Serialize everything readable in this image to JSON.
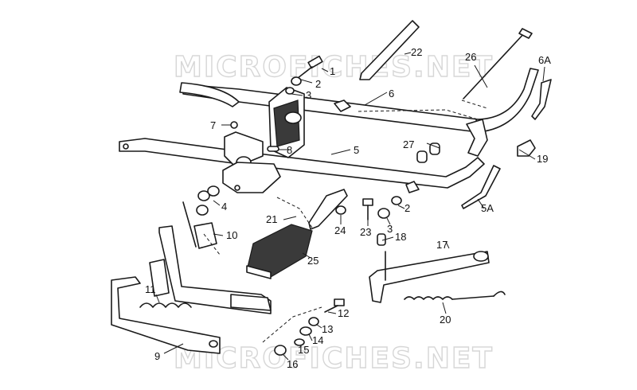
{
  "watermark": {
    "text": "MICROFICHES.NET"
  },
  "callouts": {
    "c1": "1",
    "c2a": "2",
    "c2b": "2",
    "c3a": "3",
    "c3b": "3",
    "c4": "4",
    "c5": "5",
    "c5a": "5A",
    "c6": "6",
    "c6a": "6A",
    "c7": "7",
    "c8": "8",
    "c9": "9",
    "c10": "10",
    "c11": "11",
    "c12": "12",
    "c13": "13",
    "c14": "14",
    "c15": "15",
    "c16": "16",
    "c17": "17",
    "c18": "18",
    "c19": "19",
    "c20": "20",
    "c21": "21",
    "c22": "22",
    "c23": "23",
    "c24": "24",
    "c25": "25",
    "c26": "26",
    "c27": "27"
  }
}
